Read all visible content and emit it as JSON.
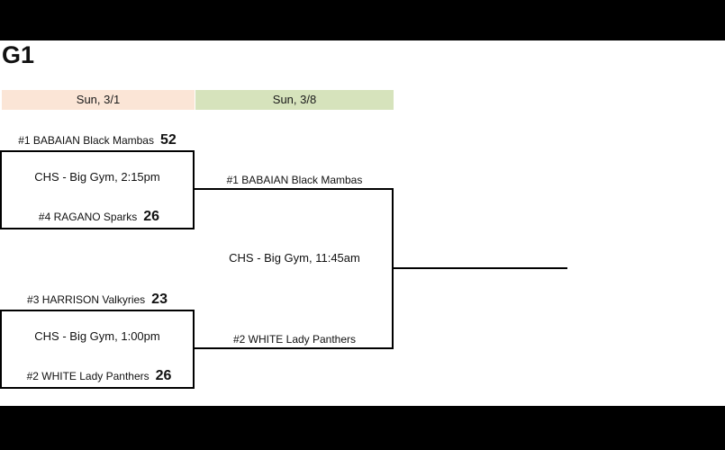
{
  "page": {
    "title": "G1"
  },
  "columns": [
    {
      "label": "Sun, 3/1",
      "color": "#fbe5d6"
    },
    {
      "label": "Sun, 3/8",
      "color": "#d6e3bc"
    }
  ],
  "bracket": {
    "round1": {
      "game1": {
        "top_team": "#1 BABAIAN Black Mambas",
        "top_score": "52",
        "venue": "CHS - Big Gym, 2:15pm",
        "bottom_team": "#4 RAGANO Sparks",
        "bottom_score": "26"
      },
      "game2": {
        "top_team": "#3 HARRISON Valkyries",
        "top_score": "23",
        "venue": "CHS - Big Gym, 1:00pm",
        "bottom_team": "#2 WHITE Lady Panthers",
        "bottom_score": "26"
      }
    },
    "round2": {
      "top_team": "#1 BABAIAN Black Mambas",
      "venue": "CHS - Big Gym, 11:45am",
      "bottom_team": "#2 WHITE Lady Panthers"
    }
  }
}
